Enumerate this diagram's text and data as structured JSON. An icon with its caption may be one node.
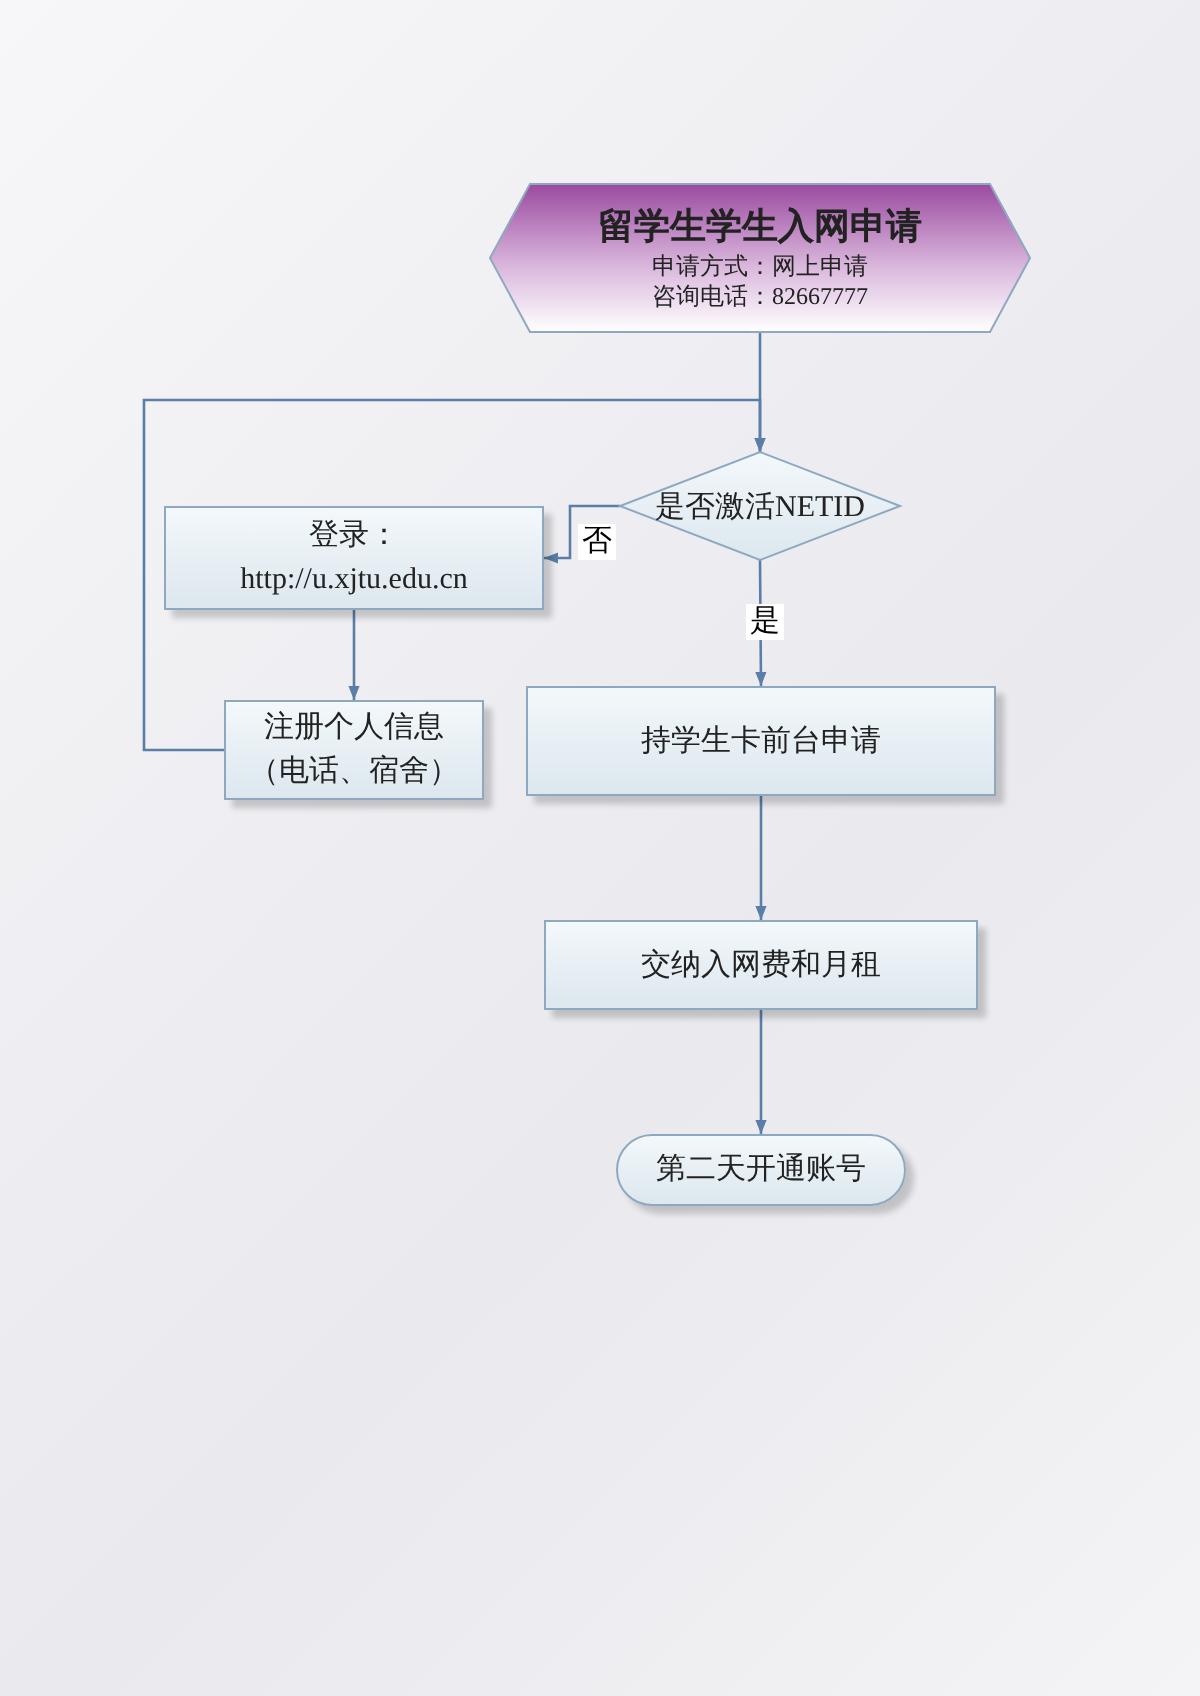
{
  "diagram": {
    "nodes": [
      {
        "text": [
          "留学生学生入网申请",
          "申请方式：网上申请",
          "咨询电话：82667777"
        ]
      },
      {
        "text": [
          "是否激活NETID"
        ]
      },
      {
        "text": [
          "登录：",
          "http://u.xjtu.edu.cn"
        ]
      },
      {
        "text": [
          "注册个人信息",
          "（电话、宿舍）"
        ]
      },
      {
        "text": [
          "持学生卡前台申请"
        ]
      },
      {
        "text": [
          "交纳入网费和月租"
        ]
      },
      {
        "text": [
          "第二天开通账号"
        ]
      }
    ],
    "edges": [
      {
        "from": 0,
        "to": 1,
        "arrow": "to"
      },
      {
        "from": 3,
        "to": 1,
        "arrow": "to"
      },
      {
        "from": 1,
        "to": 2,
        "arrow": "to",
        "label": "否"
      },
      {
        "from": 1,
        "to": 4,
        "arrow": "to",
        "label": "是"
      },
      {
        "from": 2,
        "to": 3,
        "arrow": "to"
      },
      {
        "from": 4,
        "to": 5,
        "arrow": "to"
      },
      {
        "from": 5,
        "to": 6,
        "arrow": "to"
      }
    ]
  }
}
